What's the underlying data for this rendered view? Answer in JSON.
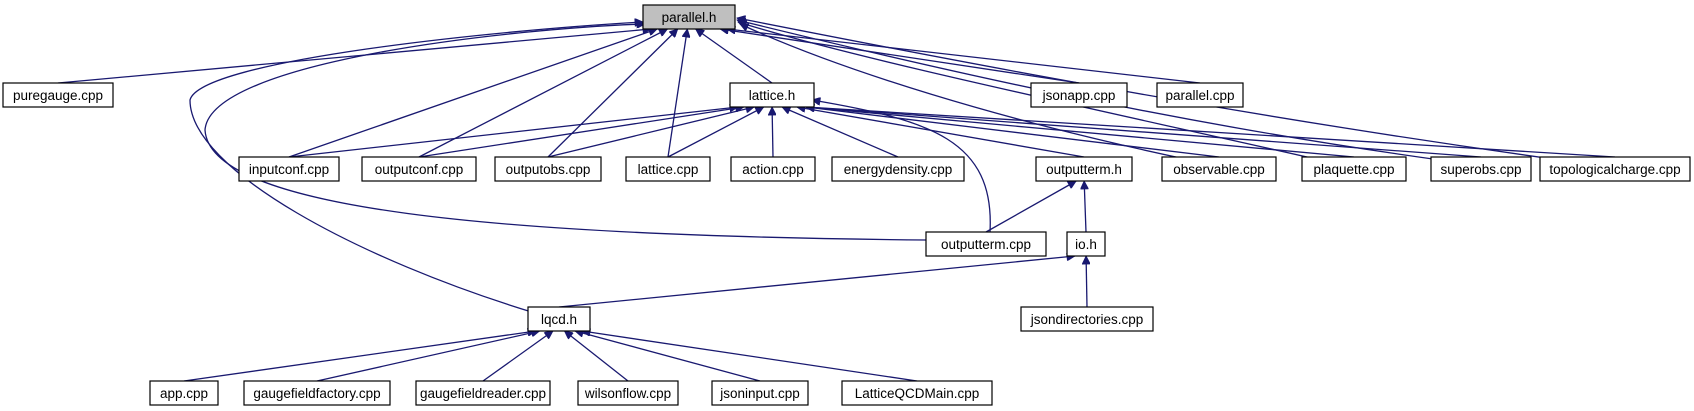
{
  "nodes": [
    {
      "id": "parallel_h",
      "label": "parallel.h",
      "root": true
    },
    {
      "id": "lattice_h",
      "label": "lattice.h"
    },
    {
      "id": "outputterm_h",
      "label": "outputterm.h"
    },
    {
      "id": "io_h",
      "label": "io.h"
    },
    {
      "id": "lqcd_h",
      "label": "lqcd.h"
    },
    {
      "id": "puregauge_cpp",
      "label": "puregauge.cpp"
    },
    {
      "id": "jsonapp_cpp",
      "label": "jsonapp.cpp"
    },
    {
      "id": "parallel_cpp",
      "label": "parallel.cpp"
    },
    {
      "id": "inputconf_cpp",
      "label": "inputconf.cpp"
    },
    {
      "id": "outputconf_cpp",
      "label": "outputconf.cpp"
    },
    {
      "id": "outputobs_cpp",
      "label": "outputobs.cpp"
    },
    {
      "id": "lattice_cpp",
      "label": "lattice.cpp"
    },
    {
      "id": "action_cpp",
      "label": "action.cpp"
    },
    {
      "id": "energydensity_cpp",
      "label": "energydensity.cpp"
    },
    {
      "id": "observable_cpp",
      "label": "observable.cpp"
    },
    {
      "id": "plaquette_cpp",
      "label": "plaquette.cpp"
    },
    {
      "id": "superobs_cpp",
      "label": "superobs.cpp"
    },
    {
      "id": "topologicalcharge_cpp",
      "label": "topologicalcharge.cpp"
    },
    {
      "id": "outputterm_cpp",
      "label": "outputterm.cpp"
    },
    {
      "id": "jsondirectories_cpp",
      "label": "jsondirectories.cpp"
    },
    {
      "id": "app_cpp",
      "label": "app.cpp"
    },
    {
      "id": "gaugefieldfactory_cpp",
      "label": "gaugefieldfactory.cpp"
    },
    {
      "id": "gaugefieldreader_cpp",
      "label": "gaugefieldreader.cpp"
    },
    {
      "id": "wilsonflow_cpp",
      "label": "wilsonflow.cpp"
    },
    {
      "id": "jsoninput_cpp",
      "label": "jsoninput.cpp"
    },
    {
      "id": "latticeqcdmain_cpp",
      "label": "LatticeQCDMain.cpp"
    }
  ],
  "edges": [
    {
      "from": "puregauge_cpp",
      "to": "parallel_h"
    },
    {
      "from": "jsonapp_cpp",
      "to": "parallel_h"
    },
    {
      "from": "parallel_cpp",
      "to": "parallel_h"
    },
    {
      "from": "inputconf_cpp",
      "to": "parallel_h"
    },
    {
      "from": "outputconf_cpp",
      "to": "parallel_h"
    },
    {
      "from": "outputobs_cpp",
      "to": "parallel_h"
    },
    {
      "from": "lattice_cpp",
      "to": "parallel_h"
    },
    {
      "from": "lattice_h",
      "to": "parallel_h"
    },
    {
      "from": "observable_cpp",
      "to": "parallel_h"
    },
    {
      "from": "plaquette_cpp",
      "to": "parallel_h"
    },
    {
      "from": "superobs_cpp",
      "to": "parallel_h"
    },
    {
      "from": "topologicalcharge_cpp",
      "to": "parallel_h"
    },
    {
      "from": "outputterm_cpp",
      "to": "parallel_h"
    },
    {
      "from": "lqcd_h",
      "to": "parallel_h"
    },
    {
      "from": "inputconf_cpp",
      "to": "lattice_h"
    },
    {
      "from": "outputconf_cpp",
      "to": "lattice_h"
    },
    {
      "from": "outputobs_cpp",
      "to": "lattice_h"
    },
    {
      "from": "lattice_cpp",
      "to": "lattice_h"
    },
    {
      "from": "action_cpp",
      "to": "lattice_h"
    },
    {
      "from": "energydensity_cpp",
      "to": "lattice_h"
    },
    {
      "from": "outputterm_h",
      "to": "lattice_h"
    },
    {
      "from": "observable_cpp",
      "to": "lattice_h"
    },
    {
      "from": "plaquette_cpp",
      "to": "lattice_h"
    },
    {
      "from": "superobs_cpp",
      "to": "lattice_h"
    },
    {
      "from": "topologicalcharge_cpp",
      "to": "lattice_h"
    },
    {
      "from": "outputterm_cpp",
      "to": "lattice_h"
    },
    {
      "from": "outputterm_cpp",
      "to": "outputterm_h"
    },
    {
      "from": "io_h",
      "to": "outputterm_h"
    },
    {
      "from": "lqcd_h",
      "to": "io_h"
    },
    {
      "from": "jsondirectories_cpp",
      "to": "io_h"
    },
    {
      "from": "app_cpp",
      "to": "lqcd_h"
    },
    {
      "from": "gaugefieldfactory_cpp",
      "to": "lqcd_h"
    },
    {
      "from": "gaugefieldreader_cpp",
      "to": "lqcd_h"
    },
    {
      "from": "wilsonflow_cpp",
      "to": "lqcd_h"
    },
    {
      "from": "jsoninput_cpp",
      "to": "lqcd_h"
    },
    {
      "from": "latticeqcdmain_cpp",
      "to": "lqcd_h"
    }
  ],
  "colors": {
    "edge": "#191970",
    "root_fill": "#bfbfbf",
    "node_fill": "#ffffff",
    "node_border": "#000000"
  }
}
